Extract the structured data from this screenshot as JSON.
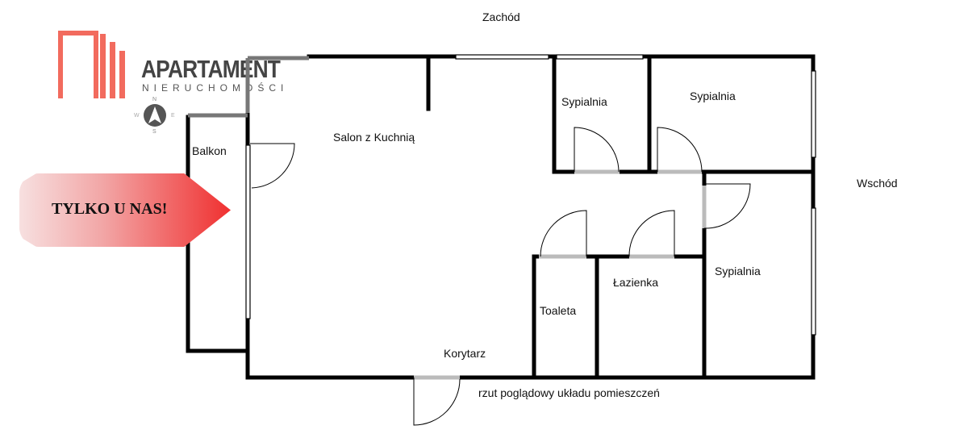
{
  "logo": {
    "brand": "APARTAMENT",
    "subtitle": "NIERUCHOMOŚCI",
    "color": "#f26b5e"
  },
  "compass": {
    "n": "N",
    "s": "S",
    "e": "E",
    "w": "W"
  },
  "badge": {
    "text": "TYLKO U NAS!"
  },
  "directions": {
    "west": "Zachód",
    "east": "Wschód"
  },
  "rooms": {
    "balkon": "Balkon",
    "salon": "Salon z Kuchnią",
    "bedroom1": "Sypialnia",
    "bedroom2": "Sypialnia",
    "bedroom3": "Sypialnia",
    "toaleta": "Toaleta",
    "lazienka": "Łazienka",
    "korytarz": "Korytarz"
  },
  "caption": "rzut poglądowy układu pomieszczeń"
}
